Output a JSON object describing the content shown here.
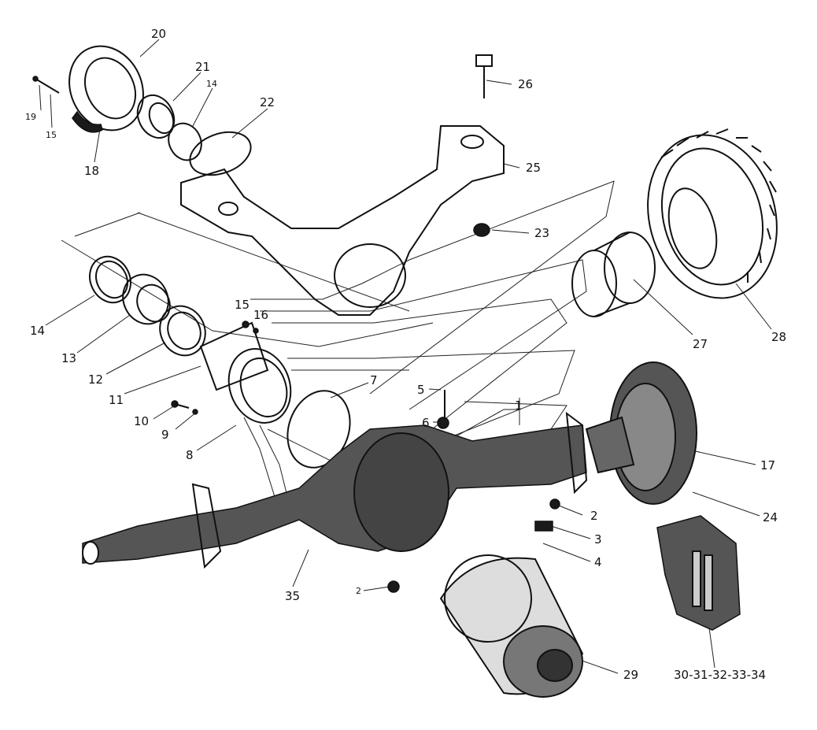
{
  "labels": {
    "p20": "20",
    "p21": "21",
    "p14a": "14",
    "p22": "22",
    "p19": "19",
    "p15a": "15",
    "p18": "18",
    "p26": "26",
    "p25": "25",
    "p23": "23",
    "p28": "28",
    "p27": "27",
    "p14b": "14",
    "p13": "13",
    "p12": "12",
    "p11": "11",
    "p15b": "15",
    "p16": "16",
    "p10": "10",
    "p9": "9",
    "p8": "8",
    "p7": "7",
    "p5": "5",
    "p6": "6",
    "p1": "1",
    "p17": "17",
    "p24": "24",
    "p2a": "2",
    "p3": "3",
    "p4": "4",
    "p2b": "2",
    "p35": "35",
    "p29": "29",
    "p30_34": "30-31-32-33-34"
  }
}
